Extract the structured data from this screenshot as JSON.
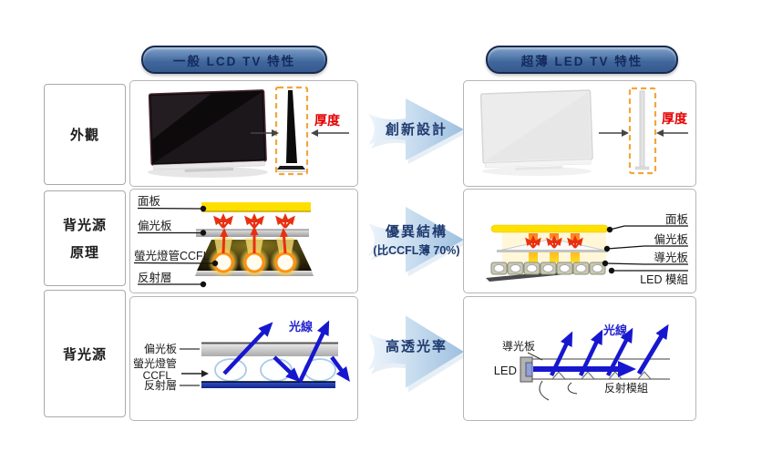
{
  "title_pills": {
    "lcd": "一般 LCD TV 特性",
    "led": "超薄 LED TV 特性"
  },
  "row_labels": {
    "appearance": "外觀",
    "principle_line1": "背光源",
    "principle_line2": "原理",
    "backlight": "背光源"
  },
  "transition_arrows": {
    "appearance": "創新設計",
    "principle_line1": "優異結構",
    "principle_line2": "(比CCFL薄 70%)",
    "backlight": "高透光率"
  },
  "lcd_panels": {
    "appearance": {
      "thickness": "厚度"
    },
    "principle": {
      "panel": "面板",
      "polarizer": "偏光板",
      "ccfl": "螢光燈管CCFL",
      "reflector": "反射層"
    },
    "backlight": {
      "light_ray": "光線",
      "polarizer": "偏光板",
      "lamp_line1": "螢光燈管",
      "lamp_line2": "CCFL",
      "reflector": "反射層"
    }
  },
  "led_panels": {
    "appearance": {
      "thickness": "厚度"
    },
    "principle": {
      "panel": "面板",
      "polarizer": "偏光板",
      "light_guide": "導光板",
      "led_module": "LED 模組"
    },
    "backlight": {
      "light_ray": "光線",
      "light_guide": "導光板",
      "led": "LED",
      "reflector_module": "反射模組"
    }
  },
  "colors": {
    "pill_blue": "#3f669c",
    "pill_border": "#16294f",
    "chevron_light": "#eaf3fb",
    "chevron_dark": "#9dc0e0",
    "chevron_text": "#1f3a6e",
    "thickness_red": "#e60000",
    "dashed_orange": "#f2a63a",
    "panel_yellow": "#ffe000",
    "flame_red": "#e83010",
    "ray_blue": "#1717d0",
    "reflector_blue": "#1b38b0"
  }
}
